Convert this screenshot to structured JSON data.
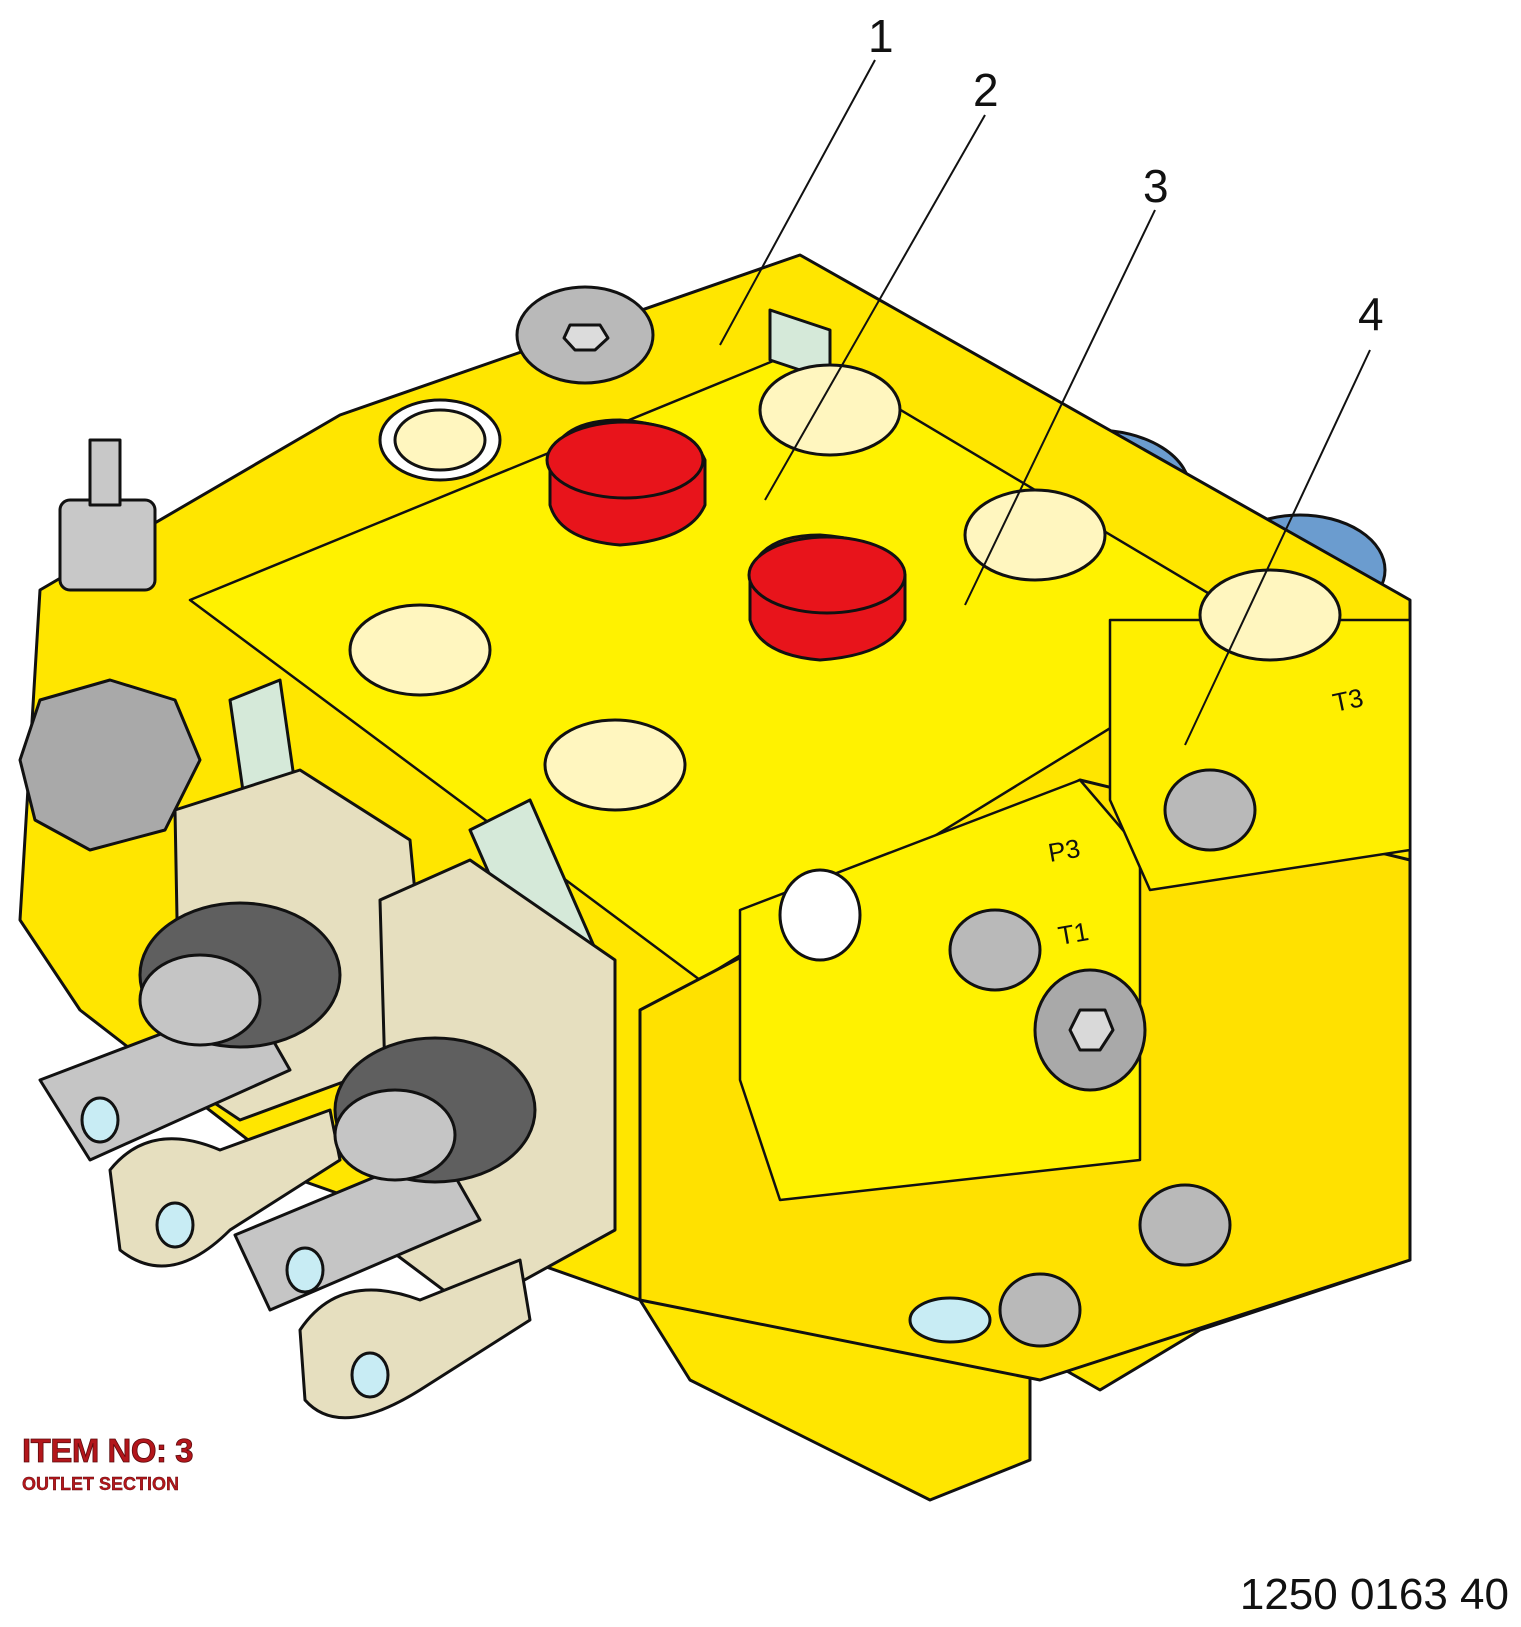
{
  "callouts": [
    "1",
    "2",
    "3",
    "4"
  ],
  "ports": {
    "t3": "T3",
    "p3": "P3",
    "t1": "T1"
  },
  "item": {
    "title": "ITEM NO: 3",
    "subtitle": "OUTLET SECTION"
  },
  "part_number": "1250 0163 40",
  "colors": {
    "body": "#ffe600",
    "cap": "#e8141b",
    "bolt": "#b9b9b9",
    "port_seat": "#fff6bf",
    "gasket": "#d5e9d9",
    "lever_bracket": "#e6dfbf",
    "relief": "#6b9ccf",
    "text_red": "#b3161b"
  }
}
